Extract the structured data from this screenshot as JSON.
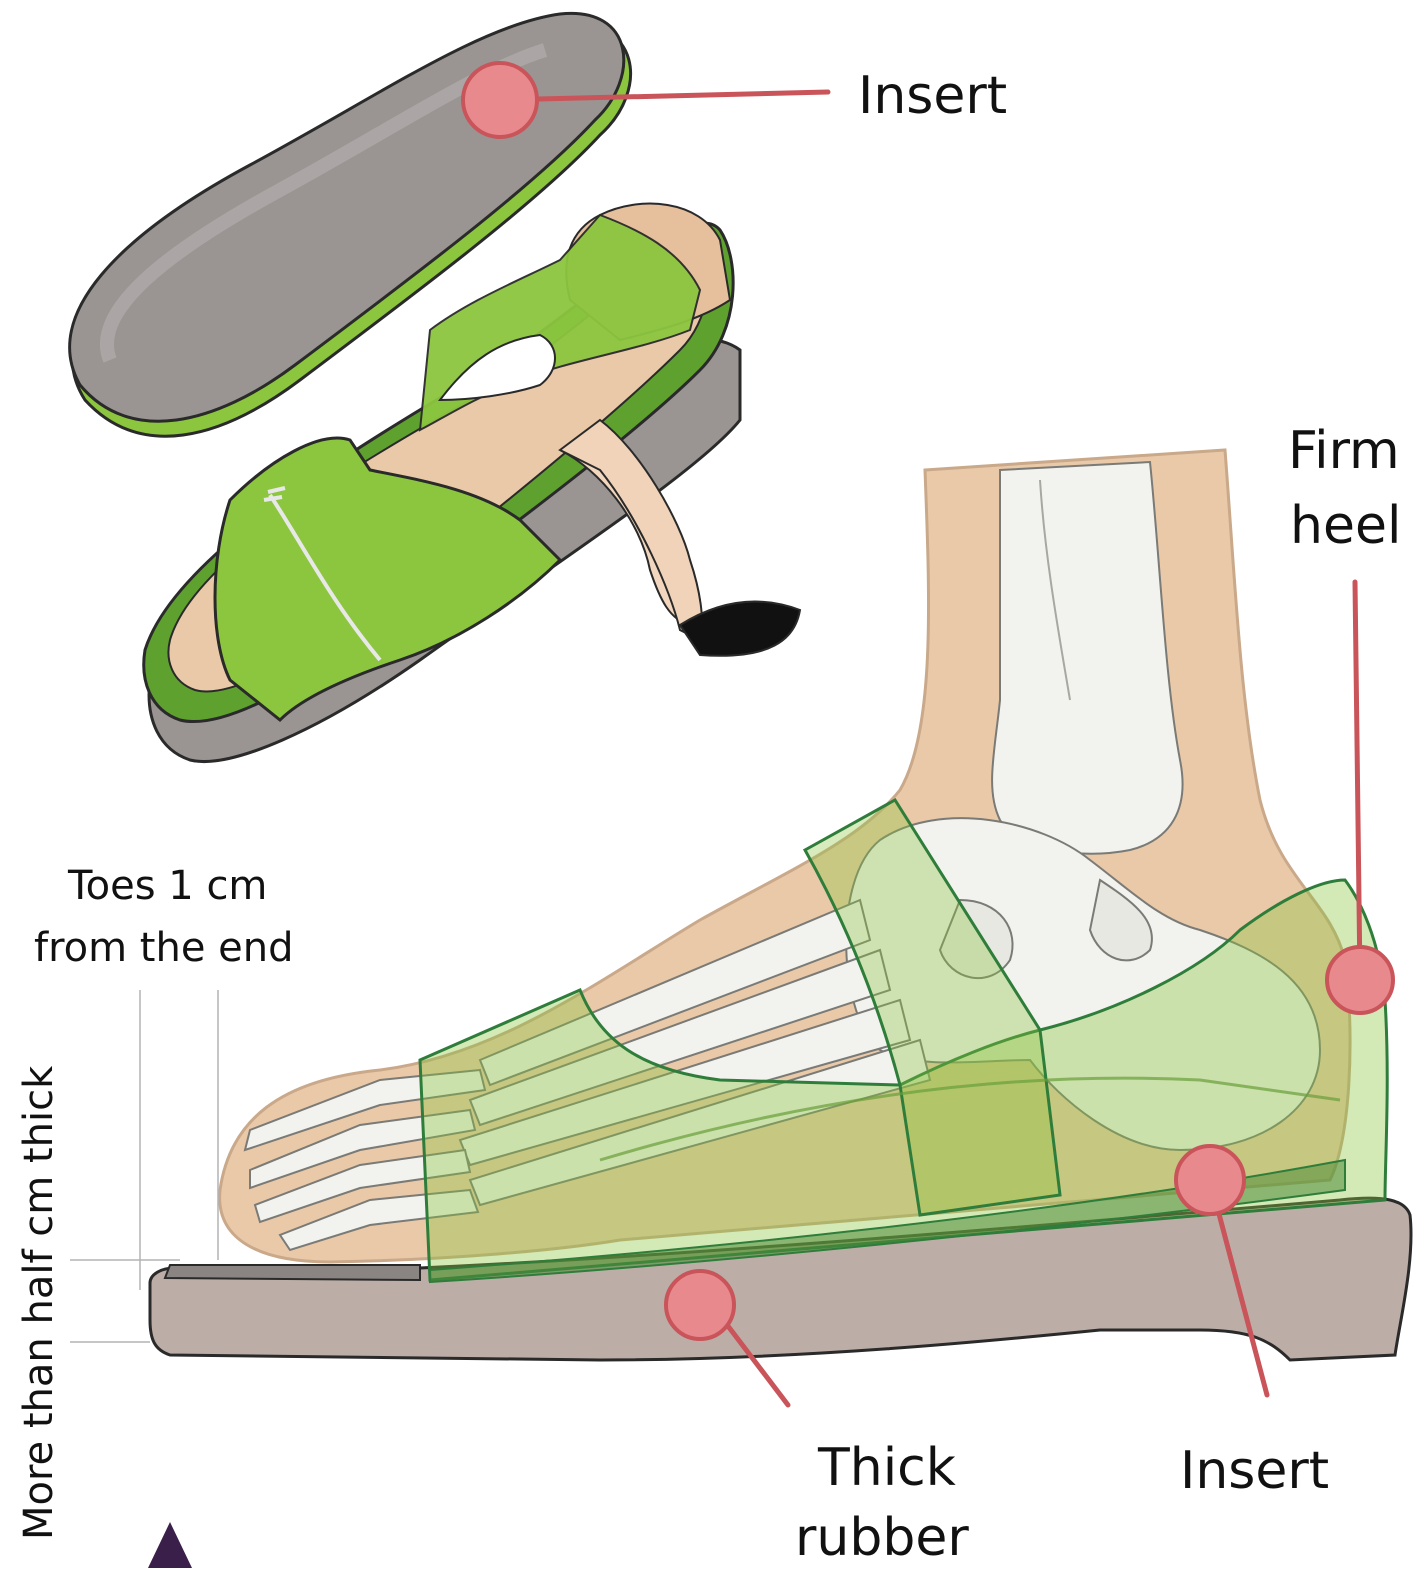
{
  "labels": {
    "insert_top": "Insert",
    "firm_heel_line1": "Firm",
    "firm_heel_line2": "heel",
    "toes_line1": "Toes 1 cm",
    "toes_line2": "from the end",
    "thickness_vertical": "More than half cm thick",
    "thick_rubber_line1": "Thick",
    "thick_rubber_line2": "rubber",
    "insert_bottom": "Insert"
  },
  "colors": {
    "callout": "#c9545a",
    "marker_fill": "#e8898d",
    "sole": "#bcaea6",
    "insole_gray": "#9a9593",
    "sandal_green": "#8cc63f",
    "skin": "#eac9a8",
    "bone": "#f2f2ee",
    "overlay_green": "#8cc63f"
  }
}
